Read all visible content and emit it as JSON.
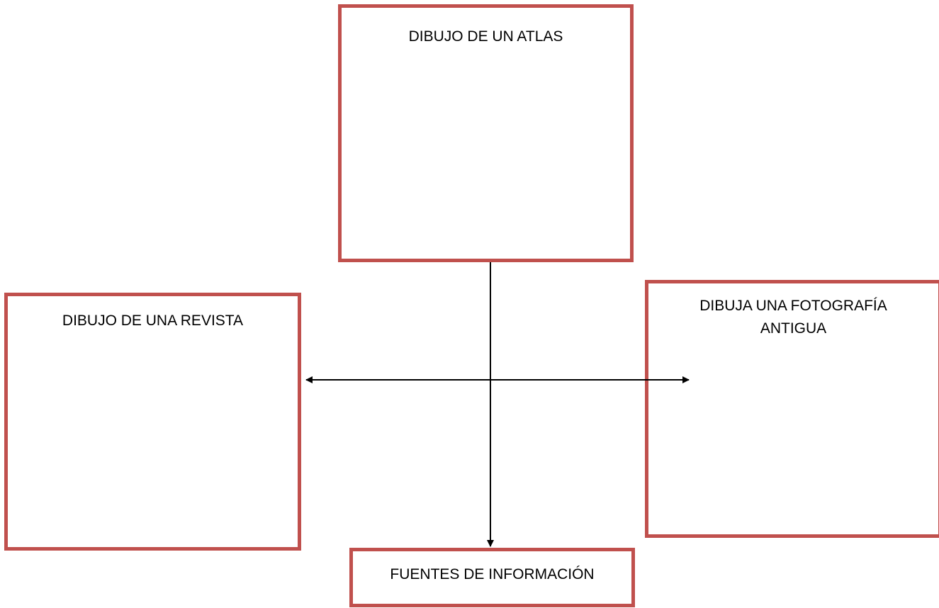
{
  "diagram": {
    "nodes": {
      "atlas": {
        "label": "DIBUJO DE UN ATLAS"
      },
      "revista": {
        "label": "DIBUJO DE UNA REVISTA"
      },
      "foto": {
        "label": "DIBUJA UNA FOTOGRAFÍA ANTIGUA"
      },
      "fuentes": {
        "label": "FUENTES DE INFORMACIÓN"
      }
    },
    "edges": [
      {
        "from": "atlas",
        "to": "fuentes"
      },
      {
        "from": "center",
        "to": "revista"
      },
      {
        "from": "center",
        "to": "foto"
      }
    ],
    "colors": {
      "box_border": "#c0504d",
      "connector": "#000000"
    }
  }
}
